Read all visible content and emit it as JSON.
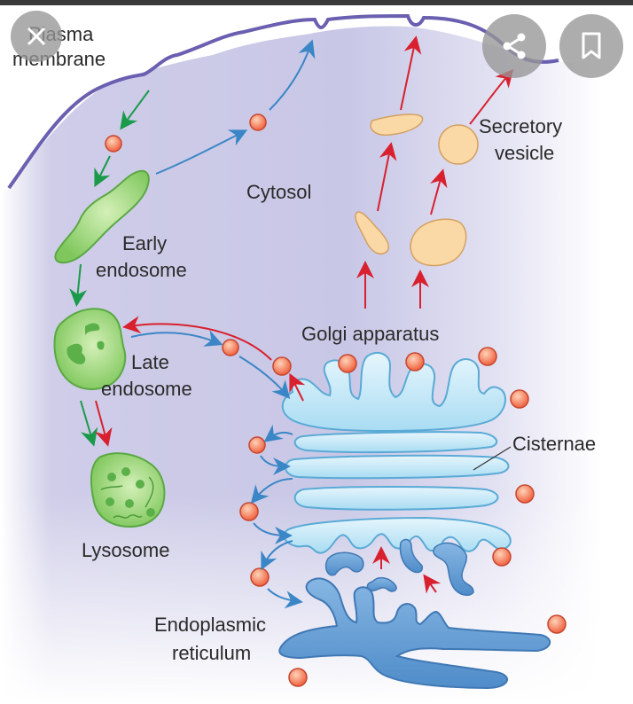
{
  "diagram": {
    "title": "Cell trafficking pathways",
    "labels": {
      "plasma_membrane_1": "Plasma",
      "plasma_membrane_2": "membrane",
      "cytosol": "Cytosol",
      "early_endosome_1": "Early",
      "early_endosome_2": "endosome",
      "late_endosome_1": "Late",
      "late_endosome_2": "endosome",
      "lysosome": "Lysosome",
      "golgi": "Golgi apparatus",
      "secretory_1": "Secretory",
      "secretory_2": "vesicle",
      "cisternae": "Cisternae",
      "er_1": "Endoplasmic",
      "er_2": "reticulum"
    },
    "colors": {
      "membrane": "#6a5fb0",
      "cytosol": "#c9c8e6",
      "endosome_green": "#8fd06e",
      "golgi_blue": "#bfe6f7",
      "er_blue": "#5b95cf",
      "vesicle_orange": "#fbd9a6",
      "cargo_red": "#f07a5a",
      "arrow_green": "#1a9a4a",
      "arrow_blue": "#3b86c6",
      "arrow_red": "#d8202e"
    }
  },
  "overlay": {
    "close_icon": "close-icon",
    "share_icon": "share-icon",
    "bookmark_icon": "bookmark-icon"
  }
}
